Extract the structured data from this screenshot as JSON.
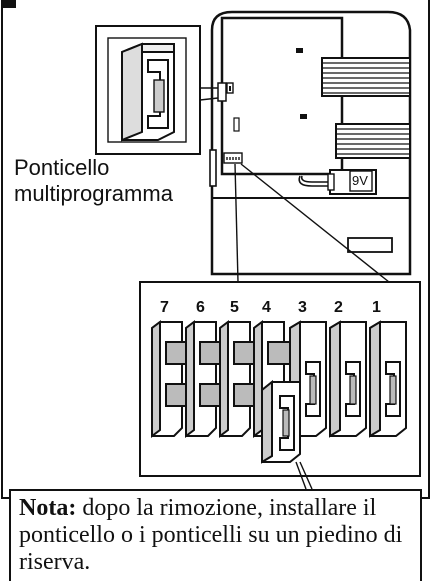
{
  "figure": {
    "jumper_label_line1": "Ponticello",
    "jumper_label_line2": "multiprogramma",
    "battery_label": "9V",
    "pin_numbers": [
      "7",
      "6",
      "5",
      "4",
      "3",
      "2",
      "1"
    ]
  },
  "note": {
    "heading": "Nota:",
    "text": " dopo la rimozione, installare il ponticello o i ponticelli su un piedino di riserva."
  }
}
